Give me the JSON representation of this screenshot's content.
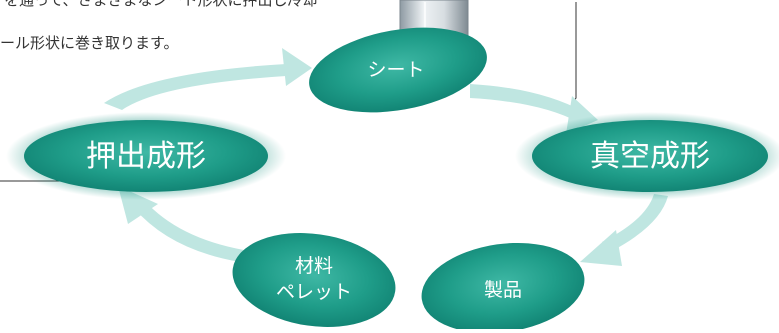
{
  "caption": {
    "line1": "を通って、さまざまなシート形状に押出し冷却",
    "line2": "ール形状に巻き取ります。"
  },
  "cycle": {
    "sheet": "シート",
    "vacuum": "真空成形",
    "product": "製品",
    "pellet_line1": "材料",
    "pellet_line2": "ペレット",
    "extrusion": "押出成形"
  },
  "colors": {
    "node_dark": "#128c7a",
    "node_light": "#3fb8a5",
    "arrow": "#bfe6e1",
    "leader_line": "#333333"
  },
  "icons": {
    "machine": "forming-mold-icon",
    "arrows": "cycle-arrow-icon"
  }
}
